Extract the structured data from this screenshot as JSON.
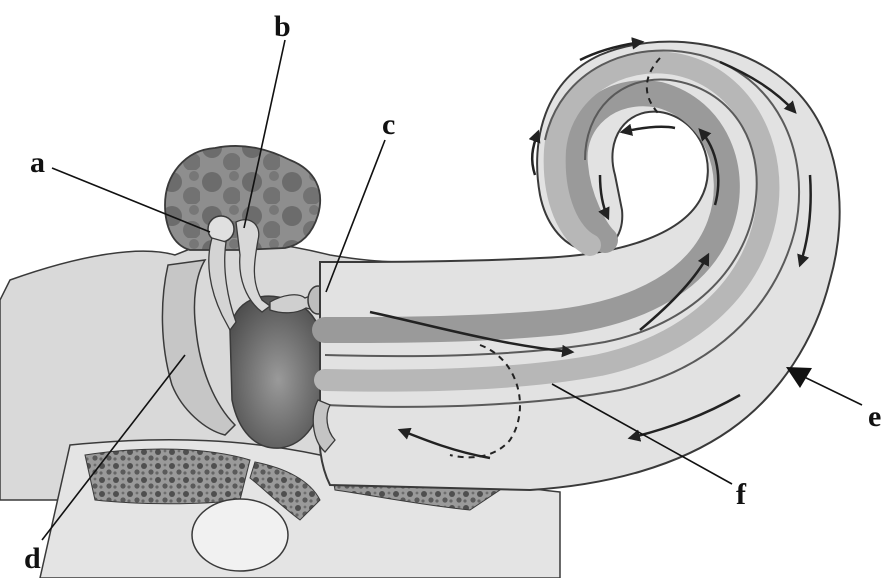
{
  "labels": {
    "a": "a",
    "b": "b",
    "c": "c",
    "d": "d",
    "e": "e",
    "f": "f"
  },
  "colors": {
    "outline": "#3a3a3a",
    "tissue_light": "#e6e6e6",
    "tissue_mid": "#bdbdbd",
    "tissue_dark": "#8a8a8a",
    "bone_texture": "#5c5c5c",
    "arrow": "#222222"
  }
}
